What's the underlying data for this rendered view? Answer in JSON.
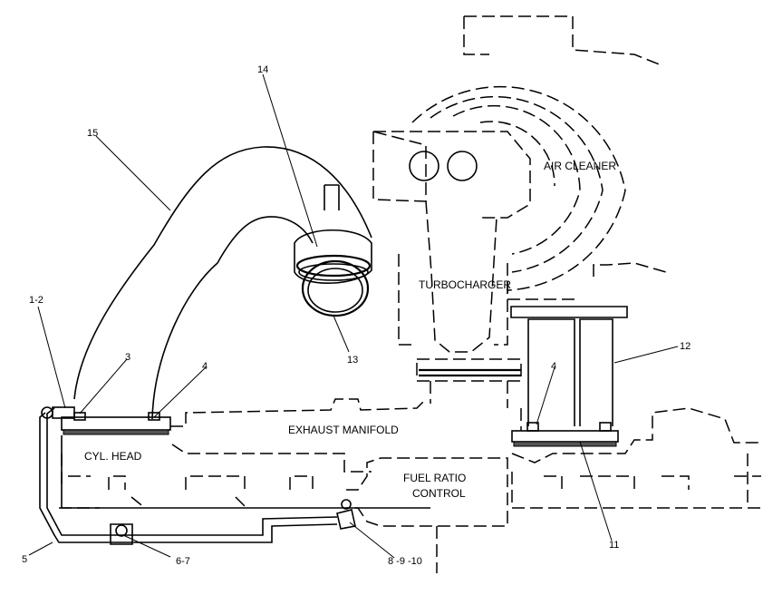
{
  "labels": {
    "air_cleaner": "AIR CLEANER",
    "turbocharger": "TURBOCHARGER",
    "exhaust_manifold": "EXHAUST MANIFOLD",
    "cyl_head": "CYL. HEAD",
    "fuel_ratio_control_line1": "FUEL RATIO",
    "fuel_ratio_control_line2": "CONTROL"
  },
  "callouts": {
    "c1_2": "1-2",
    "c3": "3",
    "c4_left": "4",
    "c4_right": "4",
    "c5": "5",
    "c6_7": "6-7",
    "c8_9_10": "8 -9 -10",
    "c11": "11",
    "c12": "12",
    "c13": "13",
    "c14": "14",
    "c15": "15"
  }
}
